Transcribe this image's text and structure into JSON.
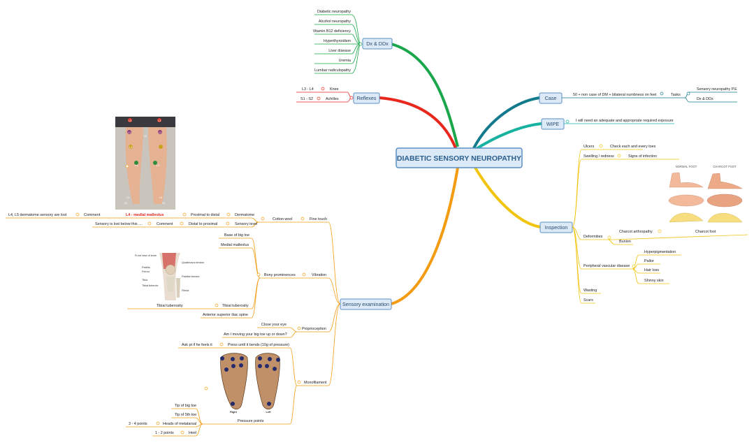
{
  "central": "DIABETIC SENSORY NEUROPATHY",
  "dx": {
    "label": "Dx & DDx",
    "items": [
      "Diabetic neuropathy",
      "Alcohol neuropathy",
      "Vitamin B12 deficiency",
      "Hyperthyroidism",
      "Liver disease",
      "Uremia",
      "Lumbar radiculopathy"
    ]
  },
  "reflexes": {
    "label": "Reflexes",
    "items": [
      {
        "level": "L3 - L4",
        "name": "Knee"
      },
      {
        "level": "S1 - S2",
        "name": "Achilles"
      }
    ]
  },
  "case": {
    "label": "Case",
    "text": "50 + non case of DM + bilateral numbness on feet",
    "tasks_label": "Tasks",
    "tasks": [
      "Sensory neuropathy P.E",
      "Dx & DDx"
    ]
  },
  "wipe": {
    "label": "WIPE",
    "text": "I will need an adequate and appropriate required exposure"
  },
  "inspection": {
    "label": "Inspection",
    "ulcers": "Ulcers",
    "ulcers_note": "Check each and every toes",
    "swelling": "Swelling / redness",
    "swelling_note": "Signs of infection",
    "deformities": "Deformities",
    "charcot": "Charcot arthropathy",
    "charcot_foot": "Charcot foot",
    "bunion": "Bunion",
    "pvd": "Peripheral vascular disease",
    "pvd_items": [
      "Hyperpigmentation",
      "Pallor",
      "Hair loss",
      "Shinny skin"
    ],
    "wasting": "Wasting",
    "scars": "Scars",
    "normal_foot": "NORMAL FOOT",
    "charcot_foot_caption": "CHARCOT FOOT"
  },
  "sensory": {
    "label": "Sensory examination",
    "fine_touch": "Fine touch",
    "cotton": "Cotton wool",
    "dermatome": "Dermatome",
    "prox_distal": "Proximal to distal",
    "comment1": "Comment",
    "comment1_value": "L4, L5 dermatome sensory are lost",
    "l4_label": "L4 - medial malleolus",
    "sensory_level": "Sensory level",
    "distal_prox": "Distal to proximal",
    "comment2": "Comment",
    "comment2_value": "Sensory is lost below this ....",
    "vibration": "Vibration",
    "bony": "Bony prominences",
    "bony_items": [
      "Base of big toe",
      "Medial malleolus",
      "Tibial tuberosity",
      "Anterior superior iliac spine"
    ],
    "tibial_dup": "Tibial tuberosity",
    "proprioception": "Proprioception",
    "proprio_items": [
      "Close your eye",
      "Am I moving your big toe up or down?"
    ],
    "monofilament": "Monofilament",
    "press": "Press until it bends (10g of pressure)",
    "ask": "Ask pt if he feels it",
    "pressure_points": "Pressure points",
    "pp_items": [
      "Tip of big toe",
      "Tip of 5th toe",
      "Heads of metatarsal",
      "Heel"
    ],
    "heads_count": "3 - 4 points",
    "heel_count": "1 - 2 points"
  },
  "images": {
    "leg_labels": [
      "L3",
      "L2",
      "L3",
      "L5",
      "L4",
      "L4",
      "L3",
      "L2",
      "L5",
      "S1",
      "L5",
      "S1"
    ],
    "knee_labels": [
      "Front view of knee",
      "Quadriceps tendon",
      "Patella",
      "Femur",
      "Patellar tendon",
      "Tibia",
      "Tibial tubercle",
      "Fibula"
    ],
    "sole_right": "Right",
    "sole_left": "Left"
  },
  "colors": {
    "dx": "#1aa64a",
    "reflexes": "#e8281c",
    "case": "#127a8c",
    "wipe": "#18b2a0",
    "inspection": "#f1c40f",
    "sensory": "#f39c12",
    "node_fill": "#dce9f7",
    "node_stroke": "#5b8fc4"
  }
}
